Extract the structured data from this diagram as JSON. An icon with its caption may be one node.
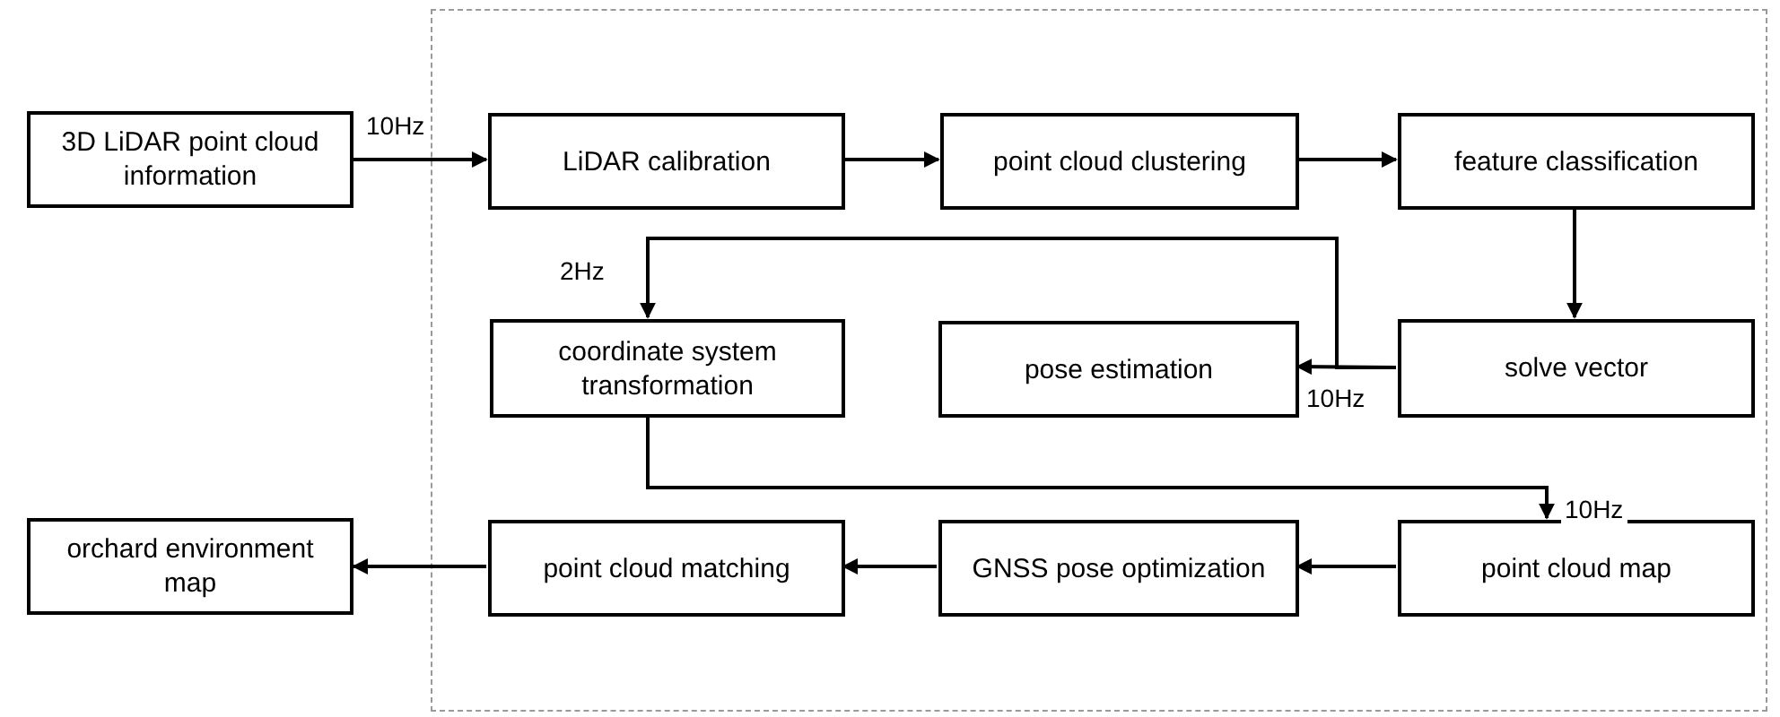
{
  "diagram": {
    "nodes": [
      {
        "text": [],
        "shape": "box"
      },
      {
        "text": [
          "3D LiDAR point cloud information"
        ]
      },
      {
        "text": [
          "LiDAR calibration"
        ],
        "in": 0
      },
      {
        "text": [
          "point cloud clustering"
        ],
        "in": 0
      },
      {
        "text": [
          "feature classification"
        ],
        "in": 0
      },
      {
        "text": [
          "solve vector"
        ],
        "in": 0
      },
      {
        "text": [
          "pose estimation"
        ],
        "in": 0
      },
      {
        "text": [
          "coordinate system transformation"
        ],
        "in": 0
      },
      {
        "text": [
          "point cloud map"
        ],
        "in": 0
      },
      {
        "text": [
          "GNSS pose optimization"
        ],
        "in": 0
      },
      {
        "text": [
          "point cloud matching"
        ],
        "in": 0
      },
      {
        "text": [
          "orchard environment map"
        ]
      }
    ],
    "edges": [
      {
        "from": 1,
        "to": 2,
        "arrow": "to",
        "label": "10Hz"
      },
      {
        "from": 2,
        "to": 3,
        "arrow": "to"
      },
      {
        "from": 3,
        "to": 4,
        "arrow": "to"
      },
      {
        "from": 4,
        "to": 5,
        "arrow": "to"
      },
      {
        "from": 5,
        "to": 6,
        "arrow": "to",
        "label": "10Hz"
      },
      {
        "from": 5,
        "to": 7,
        "arrow": "to",
        "label": "2Hz"
      },
      {
        "from": 7,
        "to": 8,
        "arrow": "to",
        "label": "10Hz"
      },
      {
        "from": 8,
        "to": 9,
        "arrow": "to"
      },
      {
        "from": 9,
        "to": 10,
        "arrow": "to"
      },
      {
        "from": 10,
        "to": 11,
        "arrow": "to"
      }
    ]
  }
}
